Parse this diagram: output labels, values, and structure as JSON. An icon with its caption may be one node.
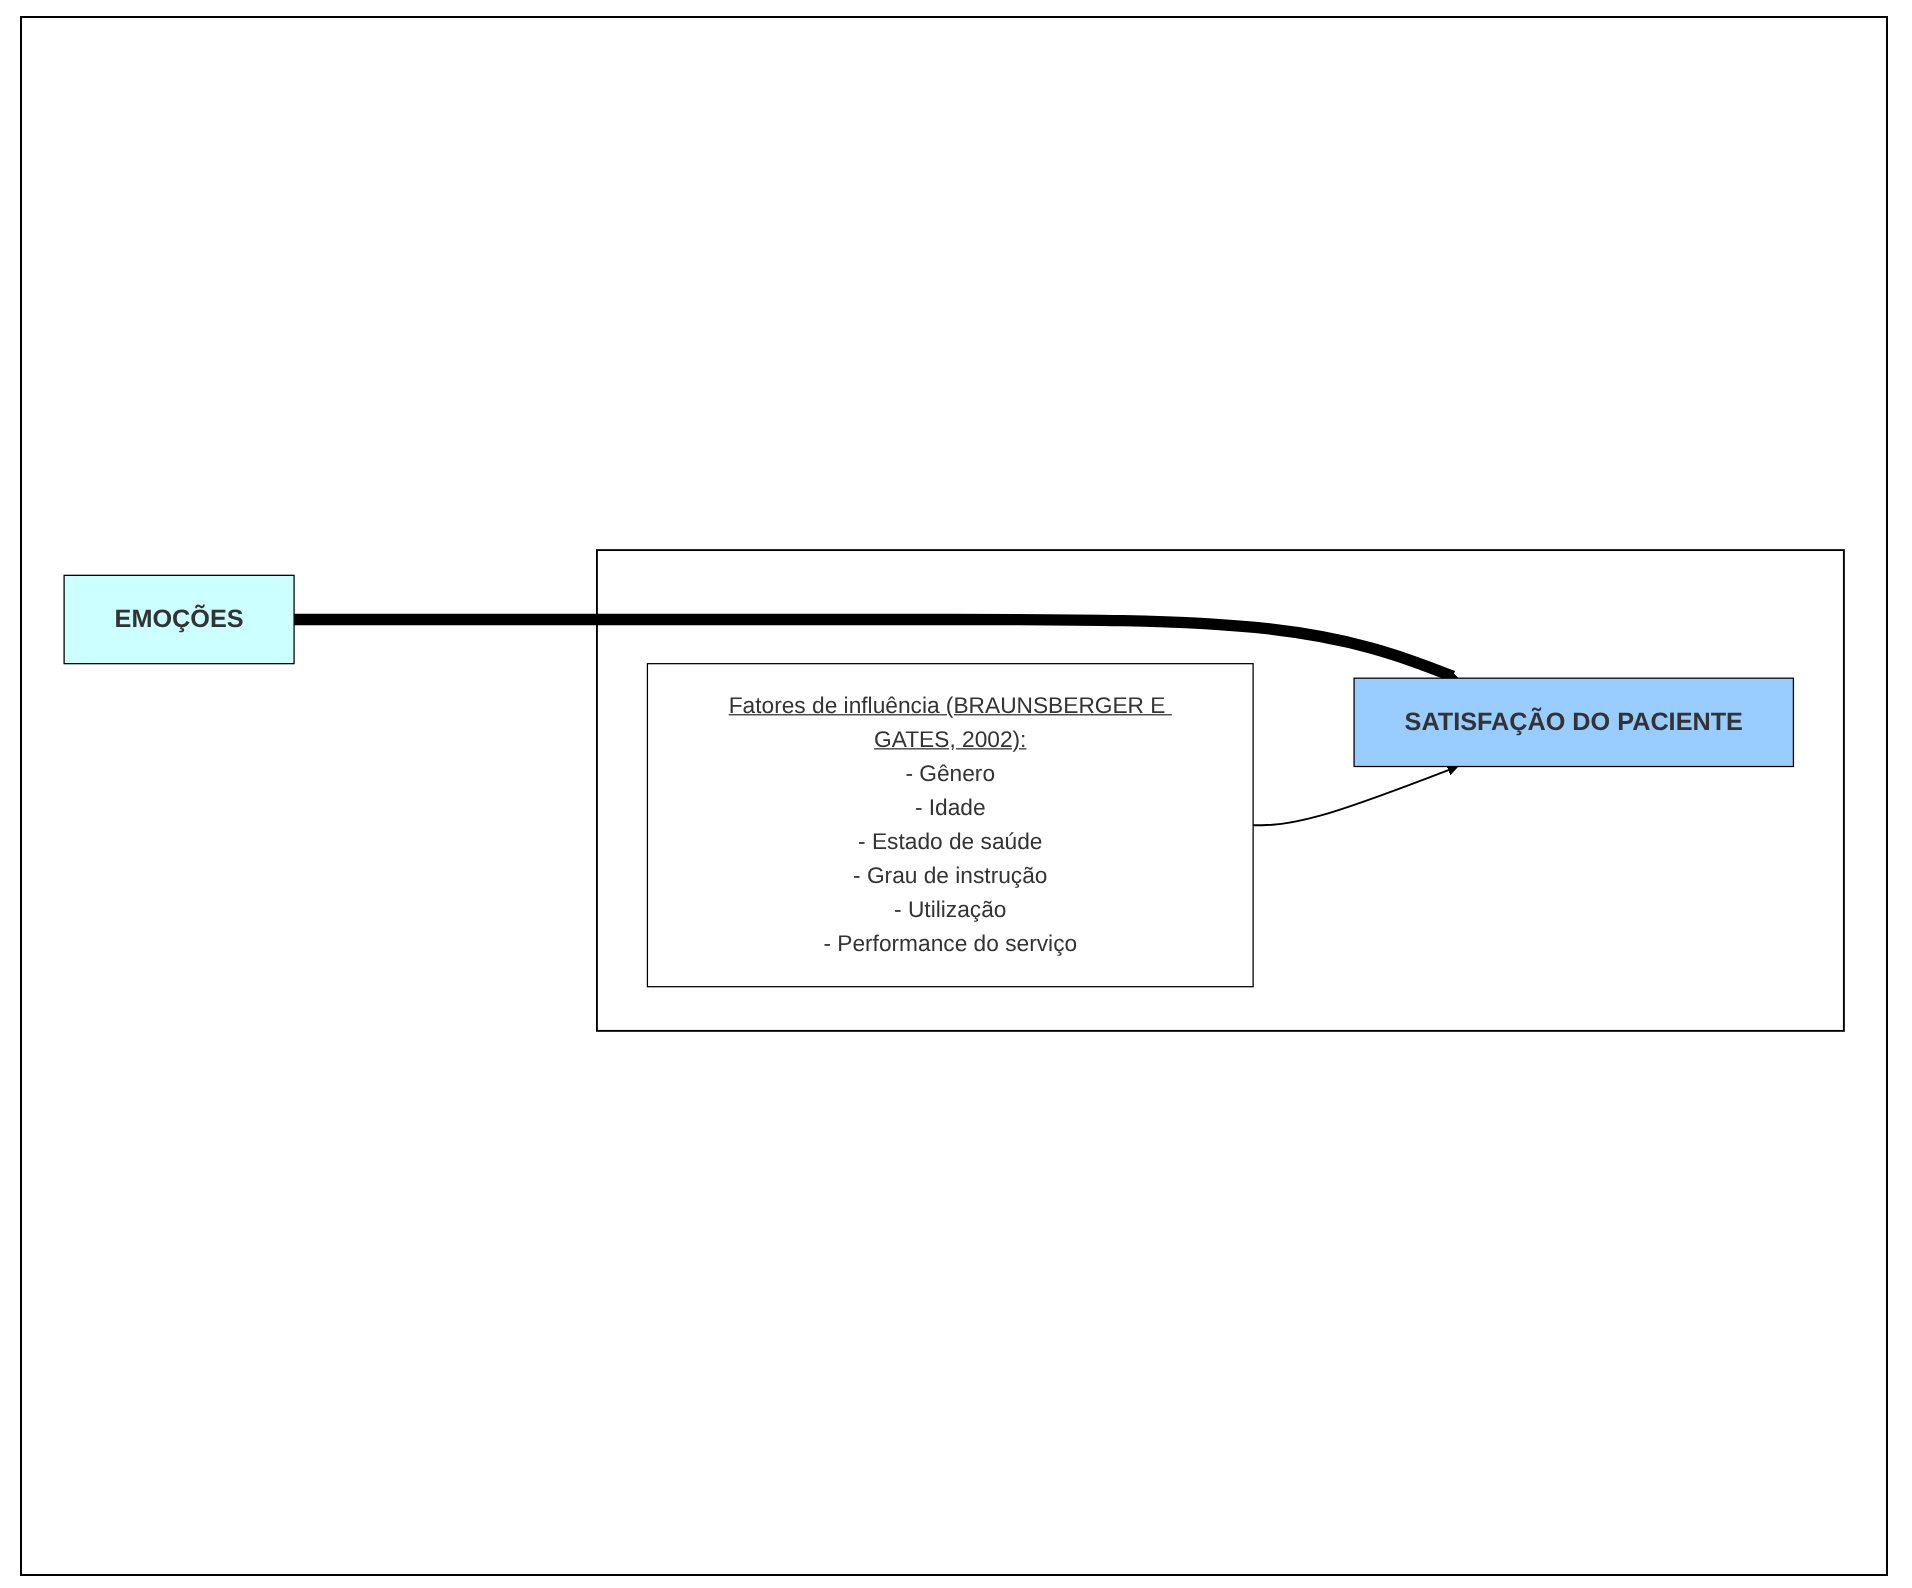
{
  "diagram": {
    "nodes": [
      {
        "text": [
          "EMOÇÕES"
        ]
      },
      {
        "text": [],
        "shape": "box"
      },
      {
        "text": [
          "SATISFAÇÃO DO PACIENTE"
        ],
        "in": 1
      },
      {
        "text": [
          "Fatores de influência (BRAUNSBERGER E GATES, 2002):",
          "- Gênero",
          "- Idade",
          "- Estado de saúde",
          "- Grau de instrução",
          "- Utilização",
          "- Performance do serviço"
        ],
        "in": 1
      }
    ],
    "edges": [
      {
        "from": 0,
        "to": 2,
        "arrow": "to",
        "style": "thick"
      },
      {
        "from": 3,
        "to": 2,
        "arrow": "to"
      }
    ]
  }
}
